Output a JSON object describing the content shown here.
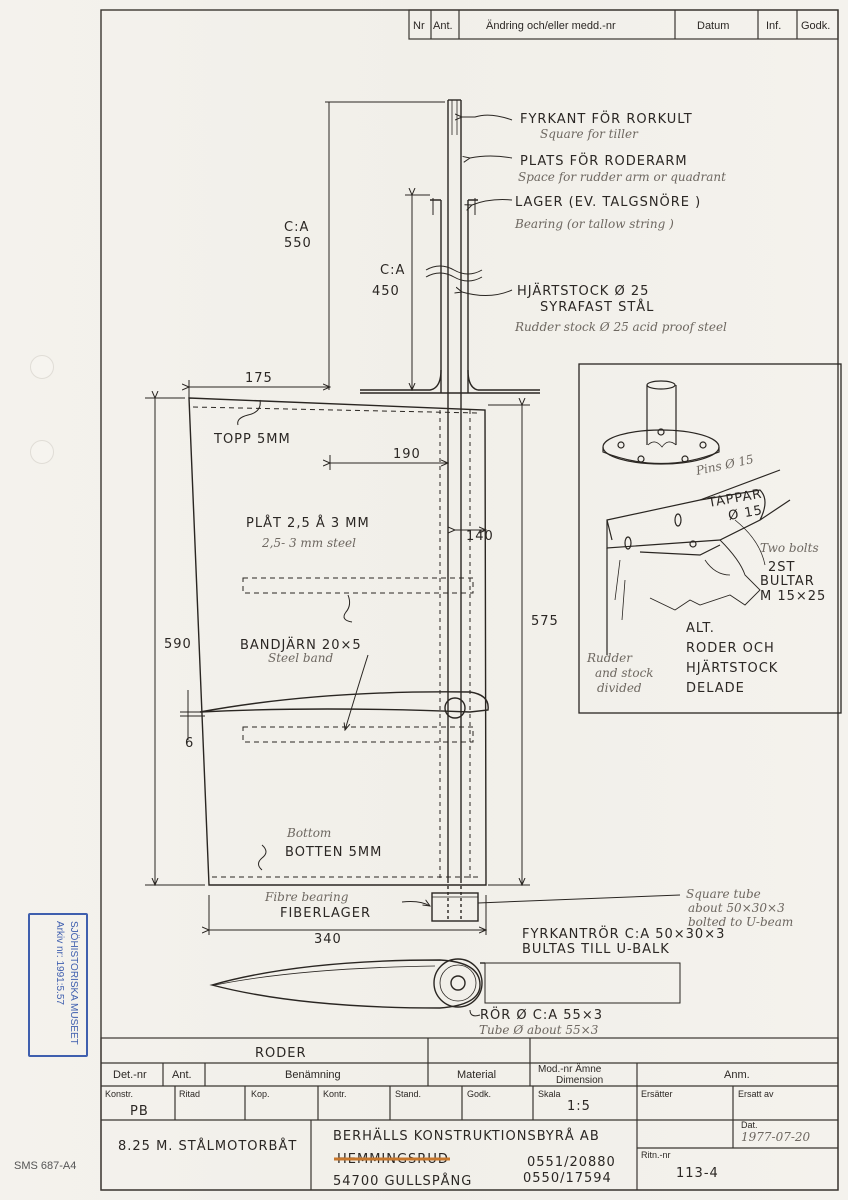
{
  "revision_table": {
    "headers": [
      "Nr",
      "Ant.",
      "Ändring och/eller medd.-nr",
      "Datum",
      "Inf.",
      "Godk."
    ]
  },
  "labels": {
    "fyrkant": "FYRKANT FÖR RORKULT",
    "fyrkant_en": "Square for tiller",
    "plats": "PLATS FÖR RODERARM",
    "plats_en": "Space for rudder arm or quadrant",
    "lager": "LAGER (EV. TALGSNÖRE )",
    "lager_en": "Bearing (or tallow string )",
    "hjartstock": "HJÄRTSTOCK Ø 25",
    "syrafast": "SYRAFAST STÅL",
    "hjartstock_en": "Rudder stock Ø 25  acid proof steel",
    "topp": "TOPP 5MM",
    "plat": "PLÅT 2,5 Å 3 MM",
    "plat_en": "2,5- 3 mm steel",
    "bandjarn": "BANDJÄRN 20×5",
    "bandjarn_en": "Steel band",
    "bottom_en": "Bottom",
    "botten": "BOTTEN 5MM",
    "fibre_en": "Fibre bearing",
    "fiberlager": "FIBERLAGER",
    "square_tube_en_1": "Square tube",
    "square_tube_en_2": "about 50×30×3",
    "square_tube_en_3": "bolted to U-beam",
    "fyrkantror": "FYRKANTRÖR C:A 50×30×3",
    "bultas": "BULTAS TILL U-BALK",
    "ror": "RÖR Ø C:A 55×3",
    "tube_en": "Tube Ø about 55×3"
  },
  "dimensions": {
    "ca550_a": "C:A",
    "ca550_b": "550",
    "ca450_a": "C:A",
    "ca450_b": "450",
    "d175": "175",
    "d190": "190",
    "d140": "140",
    "d590": "590",
    "d575": "575",
    "d6": "6",
    "d340": "340"
  },
  "inset": {
    "pins_en": "Pins Ø 15",
    "tappar": "TAPPAR",
    "tappar_dia": "Ø 15",
    "two_bolts_en": "Two bolts",
    "st": "2ST",
    "bultar": "BULTAR",
    "m": "M 15×25",
    "alt": "ALT.",
    "roder_och": "RODER OCH",
    "hjartstock": "HJÄRTSTOCK",
    "delade": "DELADE",
    "rudder_en_1": "Rudder",
    "rudder_en_2": "and stock",
    "rudder_en_3": "divided"
  },
  "title_block": {
    "name_value": "RODER",
    "row1_headers": [
      "Det.-nr",
      "Ant.",
      "Benämning",
      "Material",
      "Mod.-nr  Ämne",
      "Dimension",
      "Anm."
    ],
    "row2_headers": [
      "Konstr.",
      "Ritad",
      "Kop.",
      "Kontr.",
      "Stand.",
      "Godk.",
      "Skala",
      "Ersätter",
      "Ersatt av"
    ],
    "konstr_value": "PB",
    "skala_value": "1:5",
    "dat_label": "Dat.",
    "dat_value": "1977-07-20",
    "project": "8.25 M. STÅLMOTORBÅT",
    "company": "BERHÄLLS KONSTRUKTIONSBYRÅ AB",
    "struck_town": "HEMMINGSRUD",
    "town": "54700 GULLSPÅNG",
    "phone_1": "0551/20880",
    "phone_2": "0550/17594",
    "ritn_label": "Ritn.-nr",
    "ritn_value": "113-4"
  },
  "stamp": {
    "line1": "SJÖHISTORISKA MUSEET",
    "line2": "Arkiv nr: 1991:5.57"
  },
  "footer": "SMS 687-A4"
}
